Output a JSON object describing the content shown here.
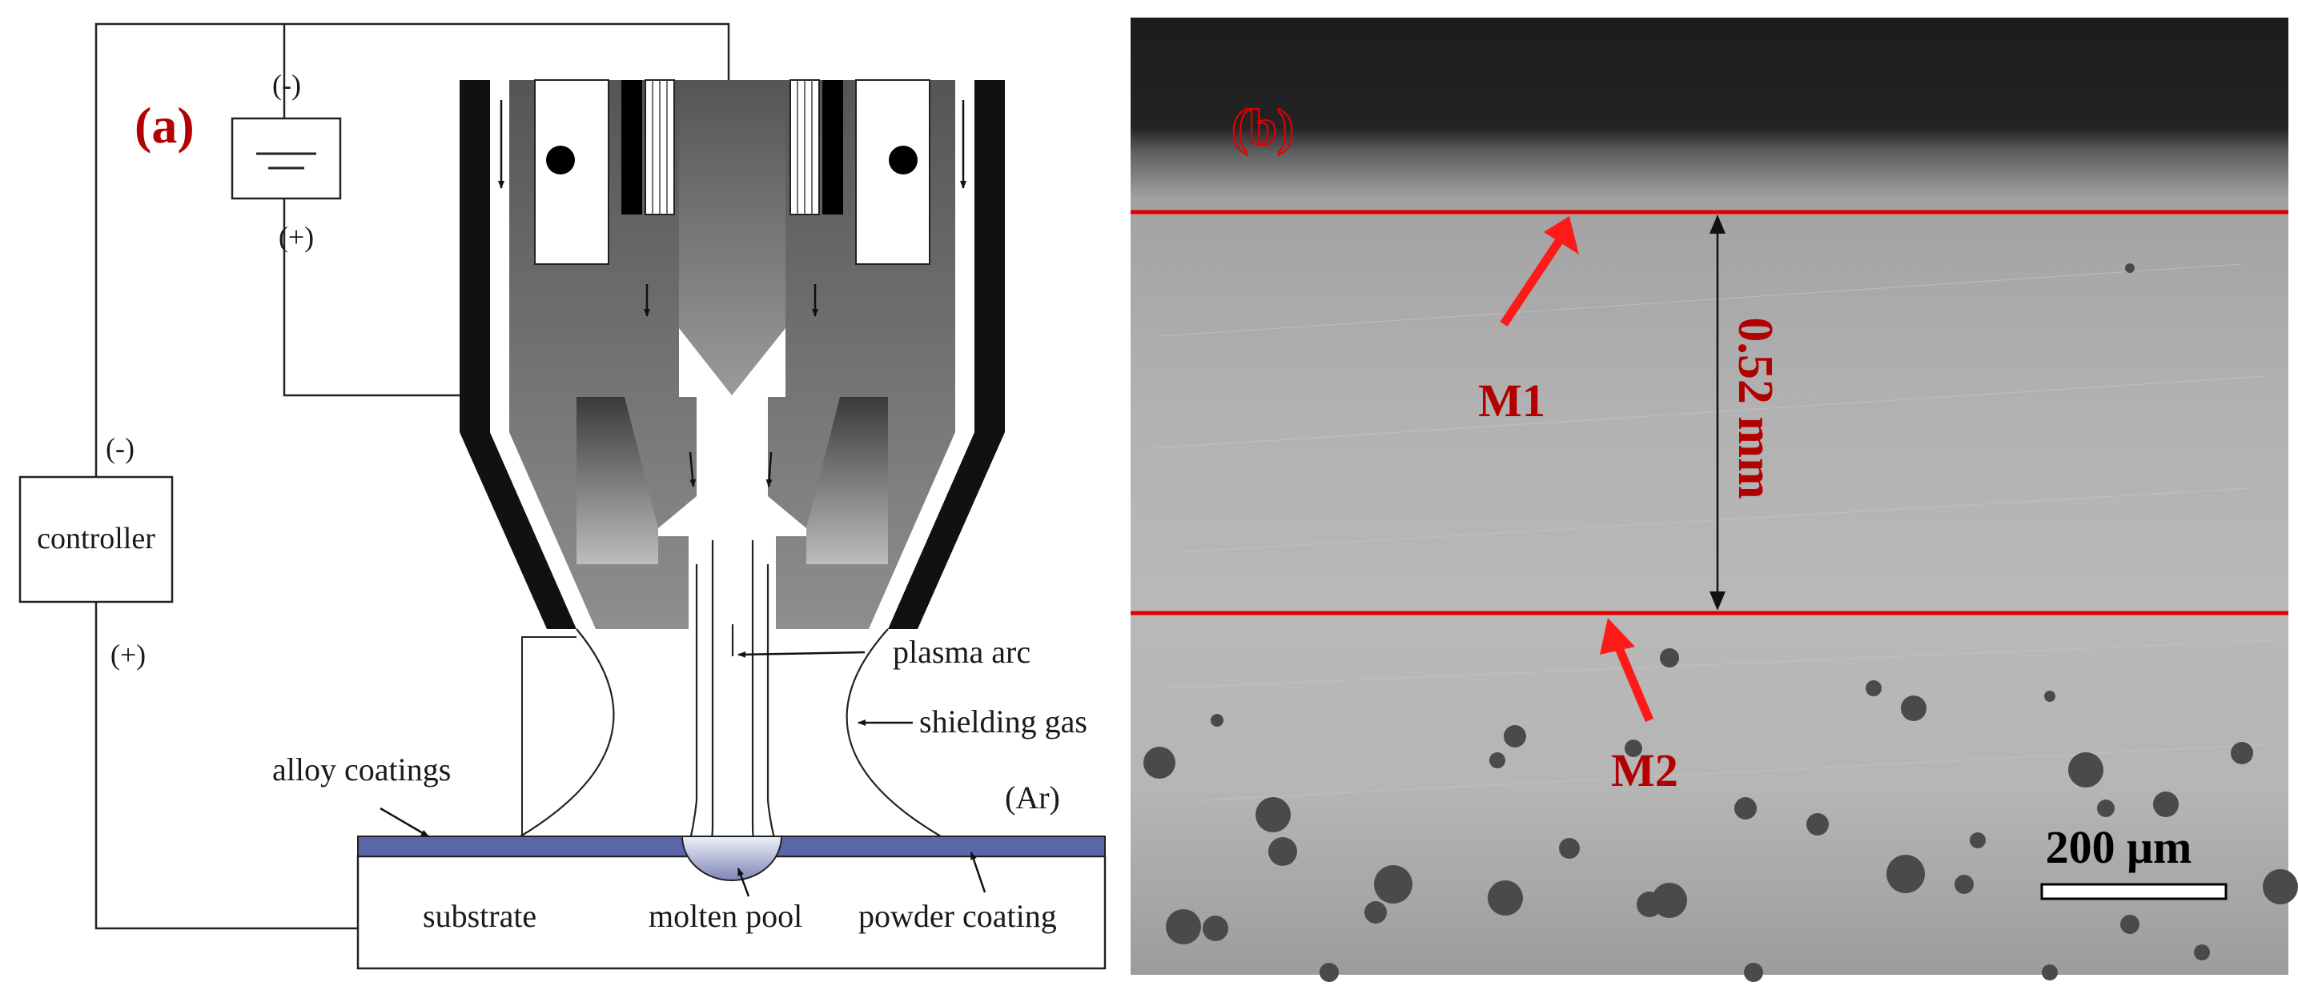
{
  "panel_a": {
    "panel_label": "(a)",
    "battery_negative": "(-)",
    "battery_positive": "(+)",
    "controller_negative": "(-)",
    "controller_label": "controller",
    "controller_positive": "(+)",
    "plasma_arc": "plasma arc",
    "shielding_gas": "shielding gas",
    "argon": "(Ar)",
    "alloy_coatings": "alloy coatings",
    "substrate": "substrate",
    "molten_pool": "molten pool",
    "powder_coating": "powder coating"
  },
  "panel_b": {
    "panel_label": "(b)",
    "marker_1": "M1",
    "marker_2": "M2",
    "thickness": "0.52 mm",
    "scale_bar": "200 μm"
  },
  "colors": {
    "annotation_red": "#e00000",
    "coating_blue": "#5a66a8"
  }
}
